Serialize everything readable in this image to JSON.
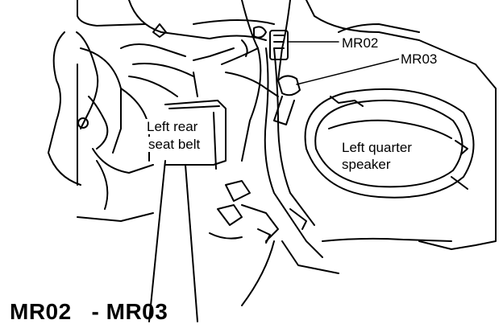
{
  "labels": {
    "mr02": "MR02",
    "mr03": "MR03",
    "left_rear_seat_belt_line1": "Left rear",
    "left_rear_seat_belt_line2": "seat belt",
    "left_quarter_speaker_line1": "Left quarter",
    "left_quarter_speaker_line2": "speaker"
  },
  "caption": "MR02   - MR03",
  "colors": {
    "ink": "#000000",
    "paper": "#ffffff"
  }
}
